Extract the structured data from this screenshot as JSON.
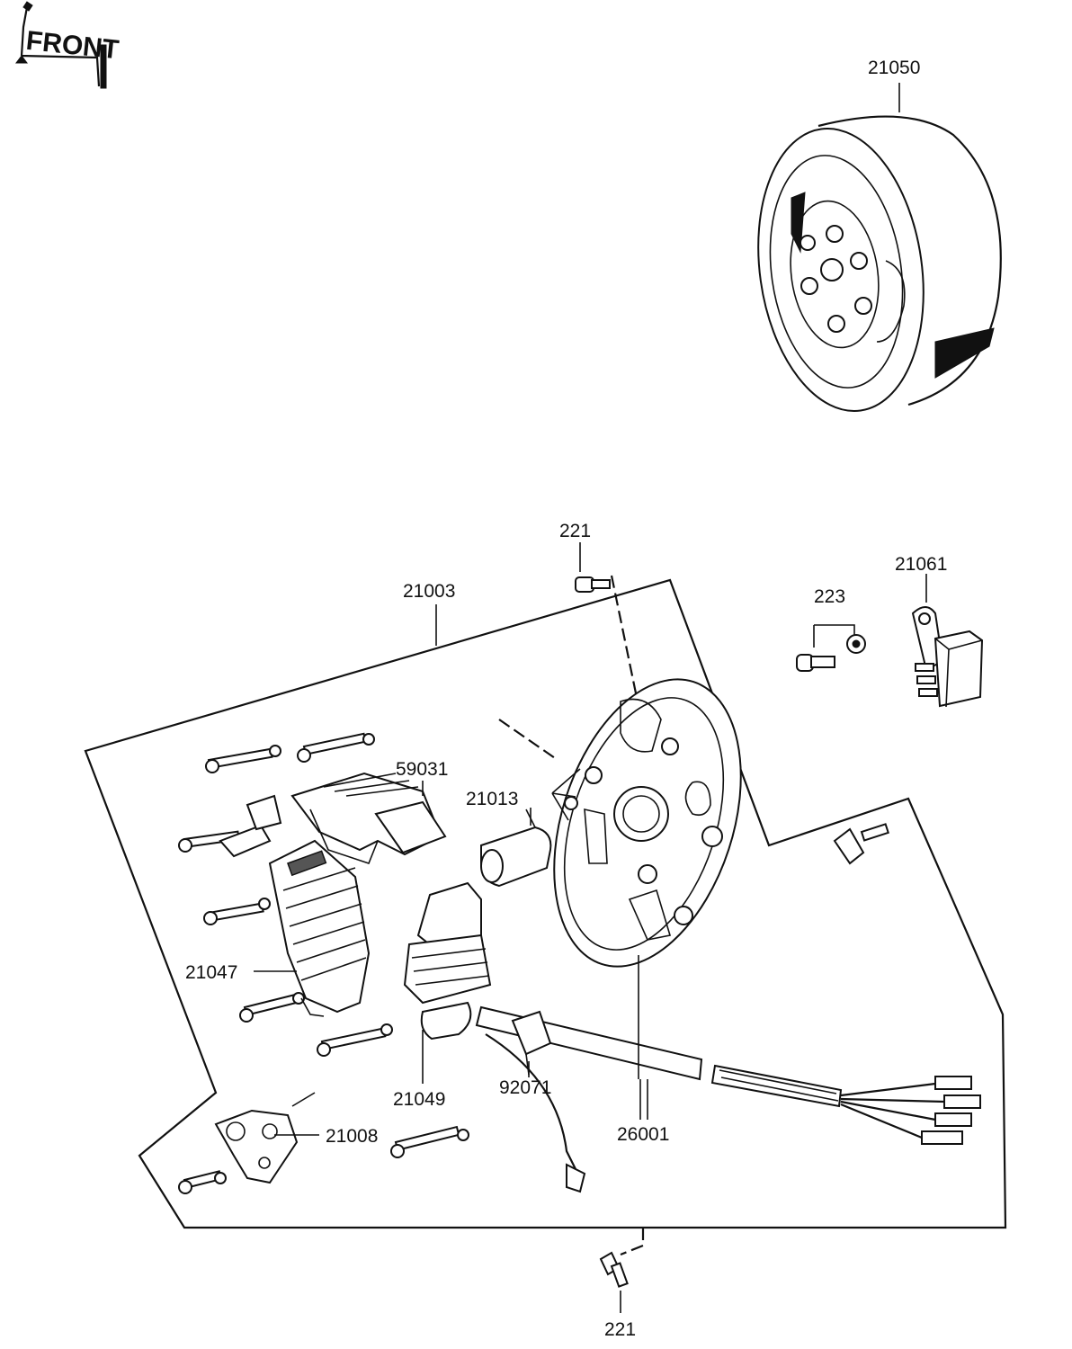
{
  "front_label": "FRONT",
  "callouts": {
    "flywheel": "21050",
    "stator_assembly": "21003",
    "screw_top": "221",
    "screw_bottom": "221",
    "bolt_washer": "223",
    "voltage_regulator": "21061",
    "lighting_coil": "59031",
    "ignition_coil": "21013",
    "charging_coil": "21047",
    "exciter_coil": "21049",
    "grommet_clamp": "92071",
    "wiring_lead": "26001",
    "contact_breaker": "21008"
  }
}
